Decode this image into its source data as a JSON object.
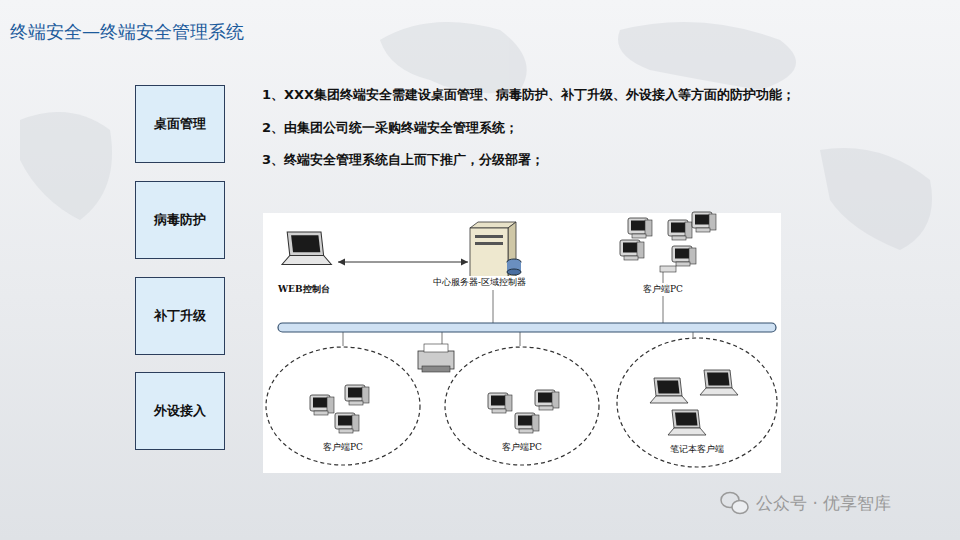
{
  "diagram": {
    "title": "终端安全—终端安全管理系统",
    "nodes": [
      {
        "text": [
          "桌面管理"
        ]
      },
      {
        "text": [
          "病毒防护"
        ]
      },
      {
        "text": [
          "补丁升级"
        ]
      },
      {
        "text": [
          "外设接入"
        ]
      },
      {
        "text": [
          "客户端PC"
        ]
      },
      {
        "text": [
          "客户端PC"
        ]
      },
      {
        "text": [
          "笔记本客户端"
        ]
      }
    ],
    "labels": [
      "1、XXX集团终端安全需建设桌面管理、病毒防护、补丁升级、外设接入等方面的防护功能；",
      "2、由集团公司统一采购终端安全管理系统；",
      "3、终端安全管理系统自上而下推广，分级部署；",
      "WEB控制台",
      "中心服务器-区域控制器",
      "客户端PC",
      "公众号 · 优享智库"
    ]
  }
}
